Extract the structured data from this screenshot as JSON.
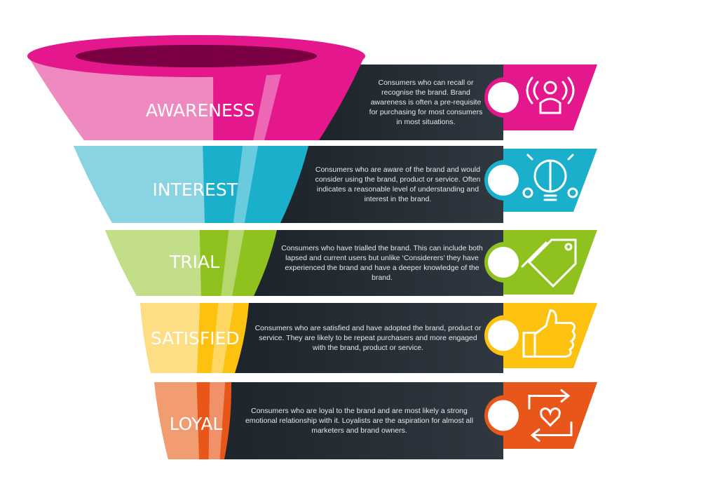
{
  "stages": [
    {
      "label": "AWARENESS",
      "color": "#e4178c",
      "light": "#f19fc9",
      "icon": "broadcast-person-icon",
      "description": "Consumers who can recall or recognise the brand. Brand awareness is often a pre-requisite for purchasing for most consumers in most situations."
    },
    {
      "label": "INTEREST",
      "color": "#1ab0cb",
      "light": "#9fd9e6",
      "icon": "brain-lightbulb-icon",
      "description": "Consumers who are aware of the brand and would consider using the brand, product or service. Often indicates a reasonable level of understanding and interest in the brand."
    },
    {
      "label": "TRIAL",
      "color": "#8fc21f",
      "light": "#cde39c",
      "icon": "price-tag-icon",
      "description": "Consumers who have trialled the brand. This can include both lapsed and current users but unlike ‘Considerers’ they have experienced the brand and have a deeper knowledge of the brand."
    },
    {
      "label": "SATISFIED",
      "color": "#fcc20f",
      "light": "#fde39a",
      "icon": "thumbs-up-icon",
      "description": "Consumers who are satisfied and have adopted the brand, product or service. They are likely to be repeat purchasers and more engaged with the brand, product or service."
    },
    {
      "label": "LOYAL",
      "color": "#e8561a",
      "light": "#f3a883",
      "icon": "heart-cycle-icon",
      "description": "Consumers who are loyal to the brand and are most likely a strong emotional relationship with it. Loyalists are the aspiration for almost all marketers and brand owners."
    }
  ],
  "panel_color": "#262d35"
}
